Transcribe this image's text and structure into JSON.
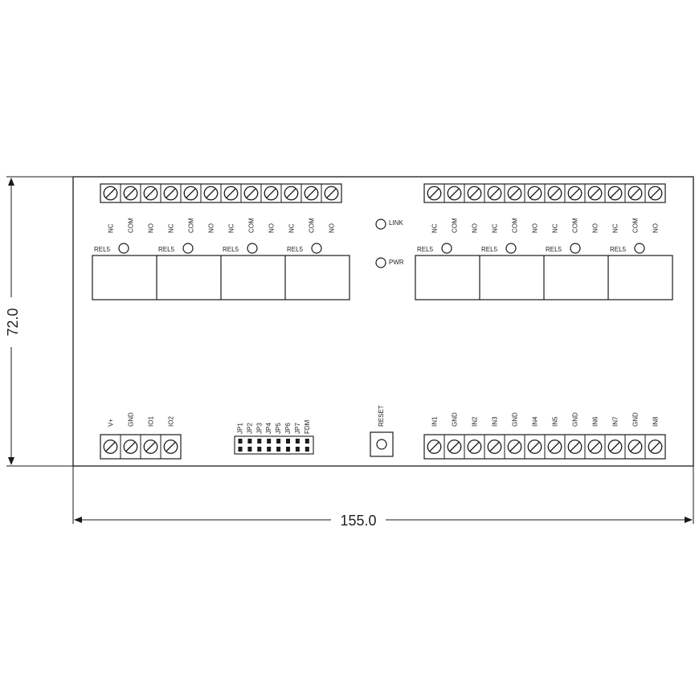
{
  "dimensions": {
    "width": "155.0",
    "height": "72.0"
  },
  "top_left_block": {
    "terminal_labels": [
      "NC",
      "COM",
      "NO",
      "NC",
      "COM",
      "NO",
      "NC",
      "COM",
      "NO",
      "NC",
      "COM",
      "NO"
    ],
    "relays": [
      "REL5",
      "REL5",
      "REL5",
      "REL5"
    ]
  },
  "top_right_block": {
    "terminal_labels": [
      "NC",
      "COM",
      "NO",
      "NC",
      "COM",
      "NO",
      "NC",
      "COM",
      "NO",
      "NC",
      "COM",
      "NO"
    ],
    "relays": [
      "REL5",
      "REL5",
      "REL5",
      "REL5"
    ]
  },
  "leds": [
    {
      "label": "LINK"
    },
    {
      "label": "PWR"
    }
  ],
  "bottom_left_block": {
    "terminal_labels": [
      "V+",
      "GND",
      "IO1",
      "IO2"
    ]
  },
  "jumpers": {
    "labels": [
      "JP1",
      "JP2",
      "JP3",
      "JP4",
      "JP5",
      "JP6",
      "JP7",
      "FDM"
    ]
  },
  "reset": {
    "label": "RESET"
  },
  "bottom_right_block": {
    "terminal_labels": [
      "IN1",
      "GND",
      "IN2",
      "IN3",
      "GND",
      "IN4",
      "IN5",
      "GND",
      "IN6",
      "IN7",
      "GND",
      "IN8"
    ]
  }
}
